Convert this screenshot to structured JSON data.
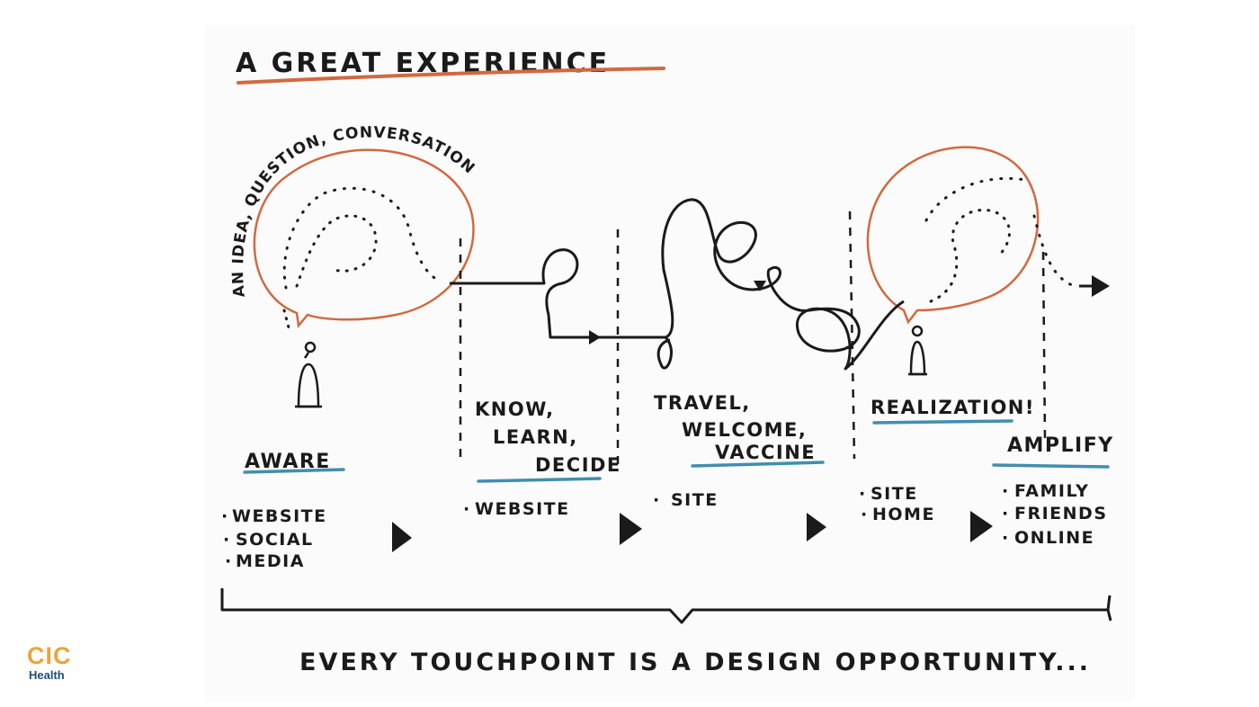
{
  "title": "A GREAT EXPERIENCE",
  "bubble_caption": "AN IDEA, QUESTION, CONVERSATION",
  "stages": {
    "aware": "AWARE",
    "know_line1": "KNOW,",
    "know_line2": "LEARN,",
    "know_line3": "DECIDE",
    "travel_line1": "TRAVEL,",
    "travel_line2": "WELCOME,",
    "travel_line3": "VACCINE",
    "realization": "REALIZATION!",
    "amplify": "AMPLIFY"
  },
  "channels": {
    "aware": [
      "WEBSITE",
      "SOCIAL",
      "MEDIA"
    ],
    "know": [
      "WEBSITE"
    ],
    "travel": [
      "SITE"
    ],
    "realization": [
      "SITE",
      "HOME"
    ],
    "amplify": [
      "FAMILY",
      "FRIENDS",
      "ONLINE"
    ]
  },
  "footer": "EVERY TOUCHPOINT IS A DESIGN OPPORTUNITY...",
  "logo": {
    "mark": "CIC",
    "sub": "Health"
  },
  "colors": {
    "ink": "#1a1a1a",
    "bubble": "#d2693f",
    "title_underline": "#d2693f",
    "stage_underline": "#3f8fb0",
    "logo_mark": "#e8a53c",
    "logo_sub": "#1f4e79"
  }
}
